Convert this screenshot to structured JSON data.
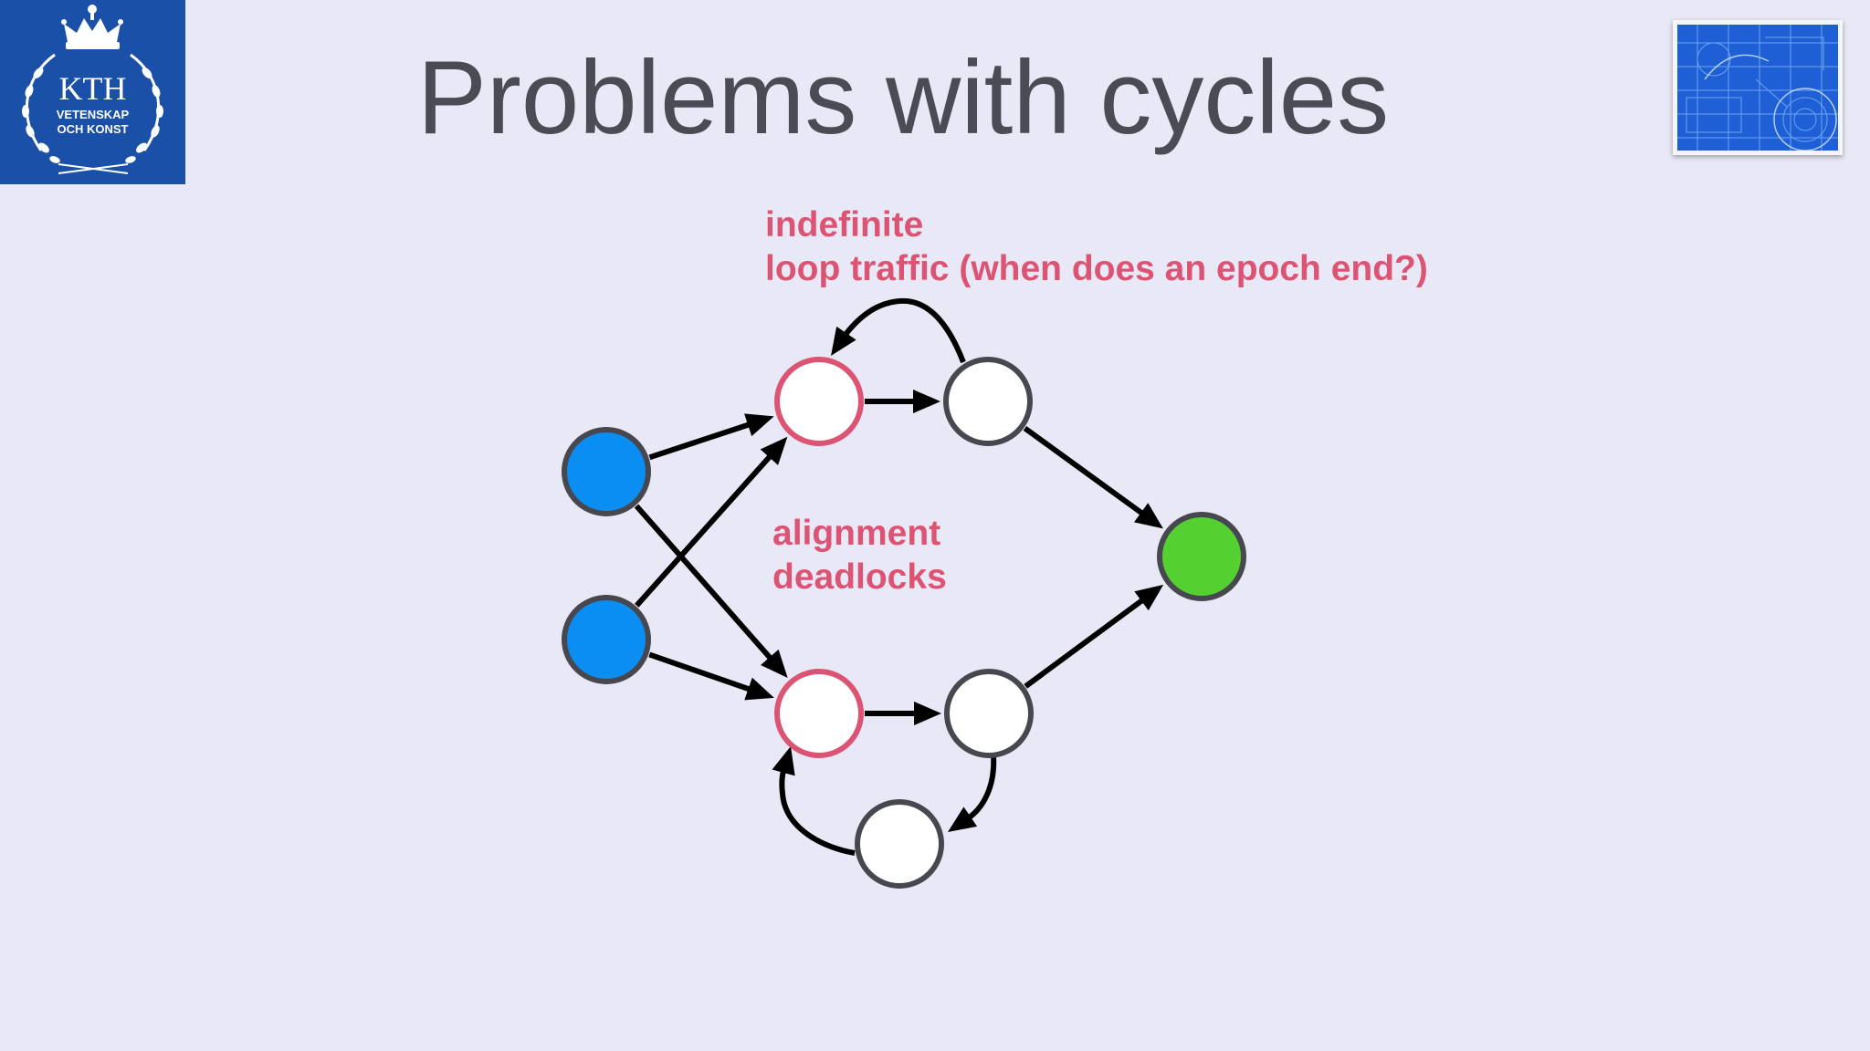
{
  "slide": {
    "title": "Problems with cycles"
  },
  "logo": {
    "line1": "KTH",
    "line2": "VETENSKAP",
    "line3": "OCH KONST"
  },
  "annotations": {
    "loop": {
      "line1": "indefinite",
      "line2": "loop traffic (when does an epoch end?)"
    },
    "deadlock": {
      "line1": "alignment",
      "line2": "deadlocks"
    }
  },
  "colors": {
    "background": "#e9e8f6",
    "source_node": "#0b8ef2",
    "sink_node": "#55d031",
    "highlight_node_border": "#dc5474",
    "node_border": "#47474f",
    "node_fill": "#ffffff",
    "annotation_text": "#dc5474",
    "logo_background": "#1a50a8"
  },
  "graph": {
    "nodes": [
      {
        "id": "source-1",
        "kind": "source"
      },
      {
        "id": "source-2",
        "kind": "source"
      },
      {
        "id": "loop-head-top",
        "kind": "highlight"
      },
      {
        "id": "op-top",
        "kind": "plain"
      },
      {
        "id": "loop-head-bottom",
        "kind": "highlight"
      },
      {
        "id": "op-bottom",
        "kind": "plain"
      },
      {
        "id": "feedback-bottom",
        "kind": "plain"
      },
      {
        "id": "sink",
        "kind": "sink"
      }
    ],
    "edges": [
      {
        "from": "source-1",
        "to": "loop-head-top"
      },
      {
        "from": "source-1",
        "to": "loop-head-bottom"
      },
      {
        "from": "source-2",
        "to": "loop-head-top"
      },
      {
        "from": "source-2",
        "to": "loop-head-bottom"
      },
      {
        "from": "loop-head-top",
        "to": "op-top"
      },
      {
        "from": "op-top",
        "to": "loop-head-top",
        "feedback": true
      },
      {
        "from": "op-top",
        "to": "sink"
      },
      {
        "from": "loop-head-bottom",
        "to": "op-bottom"
      },
      {
        "from": "op-bottom",
        "to": "feedback-bottom",
        "feedback": true
      },
      {
        "from": "feedback-bottom",
        "to": "loop-head-bottom",
        "feedback": true
      },
      {
        "from": "op-bottom",
        "to": "sink"
      }
    ]
  }
}
